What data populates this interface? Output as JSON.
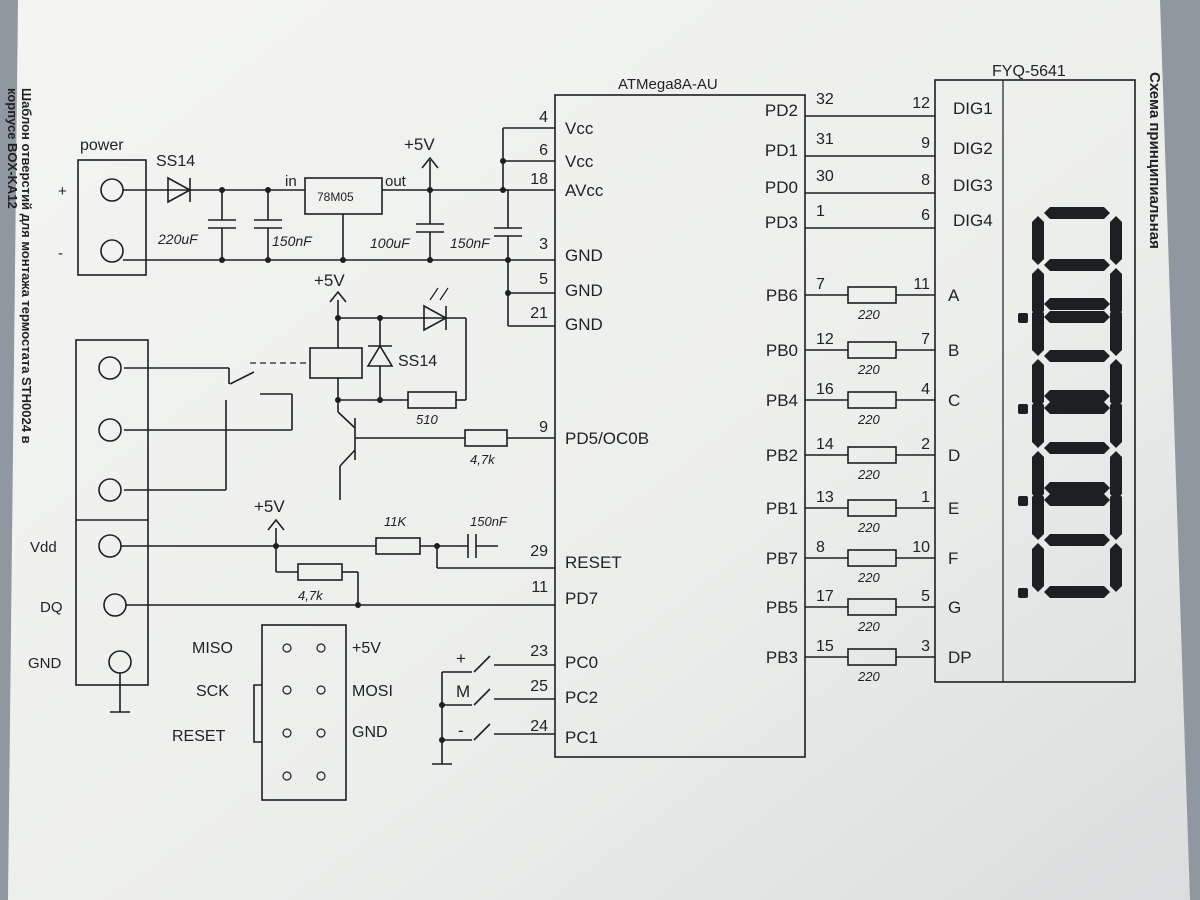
{
  "side_left": {
    "line1": "Шаблон отверстий для монтажа термостата STH0024 в",
    "line2": "корпусе BOX-KA12"
  },
  "side_right": "Схема принципиальная",
  "mcu": {
    "name": "ATMega8A-AU",
    "left_pins": [
      {
        "num": "4",
        "name": "Vcc"
      },
      {
        "num": "6",
        "name": "Vcc"
      },
      {
        "num": "18",
        "name": "AVcc"
      },
      {
        "num": "3",
        "name": "GND"
      },
      {
        "num": "5",
        "name": "GND"
      },
      {
        "num": "21",
        "name": "GND"
      },
      {
        "num": "9",
        "name": "PD5/OC0B"
      },
      {
        "num": "29",
        "name": "RESET"
      },
      {
        "num": "11",
        "name": "PD7"
      },
      {
        "num": "23",
        "name": "PC0"
      },
      {
        "num": "25",
        "name": "PC2"
      },
      {
        "num": "24",
        "name": "PC1"
      }
    ],
    "right_pins": [
      {
        "name": "PD2",
        "num": "32"
      },
      {
        "name": "PD1",
        "num": "31"
      },
      {
        "name": "PD0",
        "num": "30"
      },
      {
        "name": "PD3",
        "num": "1"
      },
      {
        "name": "PB6",
        "num": "7"
      },
      {
        "name": "PB0",
        "num": "12"
      },
      {
        "name": "PB4",
        "num": "16"
      },
      {
        "name": "PB2",
        "num": "14"
      },
      {
        "name": "PB1",
        "num": "13"
      },
      {
        "name": "PB7",
        "num": "8"
      },
      {
        "name": "PB5",
        "num": "17"
      },
      {
        "name": "PB3",
        "num": "15"
      }
    ]
  },
  "display": {
    "name": "FYQ-5641",
    "digit_pins": [
      {
        "num": "12",
        "name": "DIG1"
      },
      {
        "num": "9",
        "name": "DIG2"
      },
      {
        "num": "8",
        "name": "DIG3"
      },
      {
        "num": "6",
        "name": "DIG4"
      }
    ],
    "segment_pins": [
      {
        "num": "11",
        "name": "A"
      },
      {
        "num": "7",
        "name": "B"
      },
      {
        "num": "4",
        "name": "C"
      },
      {
        "num": "2",
        "name": "D"
      },
      {
        "num": "1",
        "name": "E"
      },
      {
        "num": "10",
        "name": "F"
      },
      {
        "num": "5",
        "name": "G"
      },
      {
        "num": "3",
        "name": "DP"
      }
    ],
    "segment_resistor": "220"
  },
  "power": {
    "label": "power",
    "plus": "+",
    "minus": "-",
    "diode": "SS14",
    "cap1": "220uF",
    "cap2": "150nF",
    "regulator": "78M05",
    "reg_in": "in",
    "reg_out": "out",
    "vout": "+5V",
    "cap3": "100uF",
    "cap4": "150nF"
  },
  "relay": {
    "vcc": "+5V",
    "diode": "SS14",
    "led_res": "510",
    "base_res": "4,7k"
  },
  "reset": {
    "vcc": "+5V",
    "res": "11K",
    "cap": "150nF",
    "pullup": "4,7k"
  },
  "sensor": {
    "vdd": "Vdd",
    "dq": "DQ",
    "gnd": "GND"
  },
  "isp": {
    "miso": "MISO",
    "vcc": "+5V",
    "sck": "SCK",
    "mosi": "MOSI",
    "reset": "RESET",
    "gnd": "GND"
  },
  "buttons": {
    "plus": "+",
    "mode": "M",
    "minus": "-"
  },
  "colors": {
    "paper": "#f0f1ef",
    "ink": "#1d1f22",
    "background": "#8f97a0"
  }
}
